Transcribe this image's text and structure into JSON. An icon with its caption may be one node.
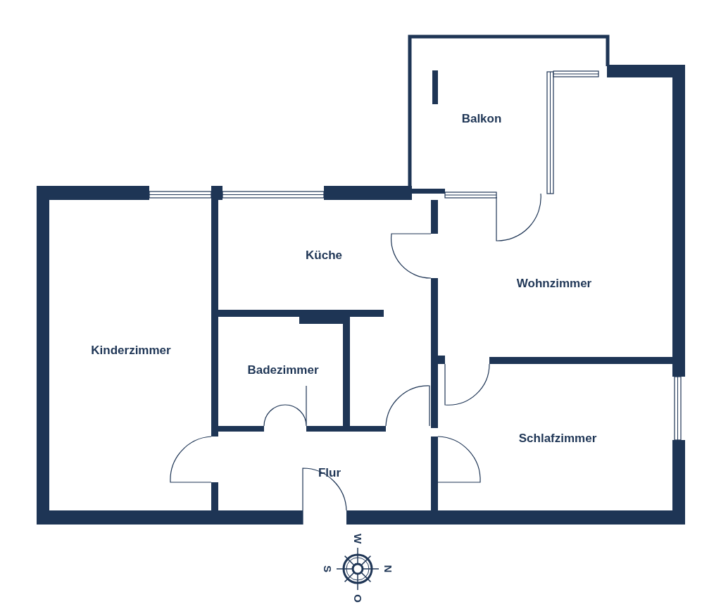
{
  "diagram": {
    "labels": [
      "Balkon",
      "Küche",
      "Wohnzimmer",
      "Kinderzimmer",
      "Badezimmer",
      "Schlafzimmer",
      "Flur",
      "W",
      "S",
      "N",
      "O"
    ]
  }
}
